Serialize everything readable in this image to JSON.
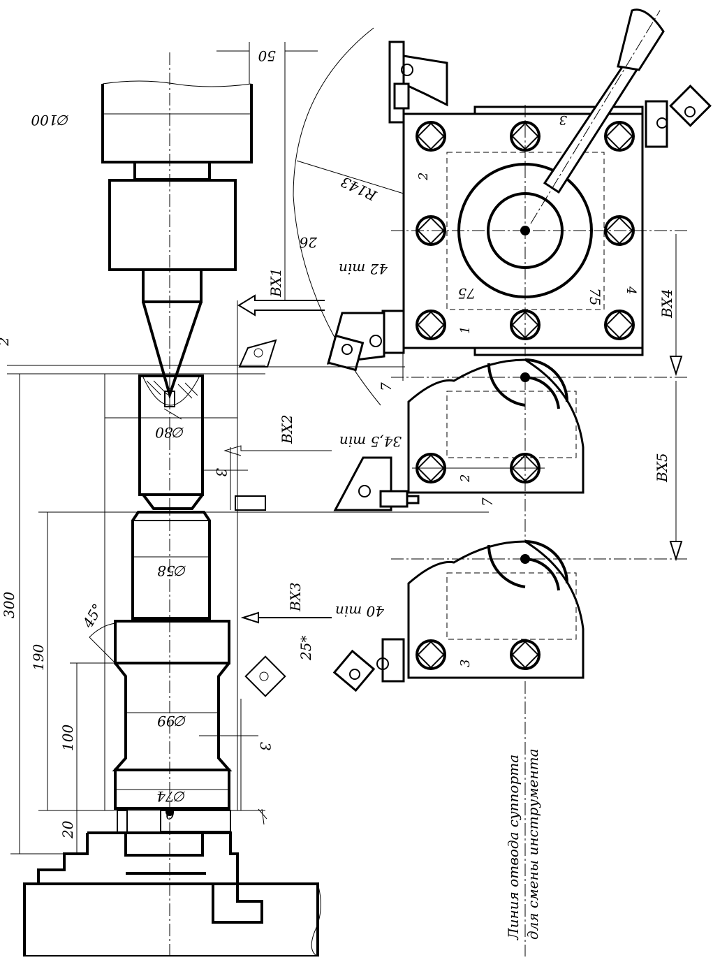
{
  "dimensions": {
    "d100": "∅100",
    "d80": "∅80",
    "d58": "∅58",
    "d99": "∅99",
    "d74": "∅74",
    "r143": "R143",
    "l50": "50",
    "l26": "26",
    "l42min": "42 min",
    "l75h": "75",
    "l75v": "75",
    "l2top": "2",
    "l300": "300",
    "l190": "190",
    "l100": "100",
    "l20": "20",
    "l7a": "7",
    "l7b": "7",
    "l3a": "3",
    "l3b": "3",
    "l34min": "34,5 min",
    "l40min": "40 min",
    "l25": "25*",
    "angle45": "45°",
    "zero": "0"
  },
  "moves": {
    "bx1": "ВХ1",
    "bx2": "ВХ2",
    "bx3": "ВХ3",
    "bx4": "ВХ4",
    "bx5": "ВХ5"
  },
  "positions": {
    "p1": "1",
    "p2": "2",
    "p3": "3",
    "p4": "4",
    "p2b": "2",
    "p3b": "3"
  },
  "notes": {
    "line1": "Линия отвода суппорта",
    "line2": "для смены инструмента"
  }
}
